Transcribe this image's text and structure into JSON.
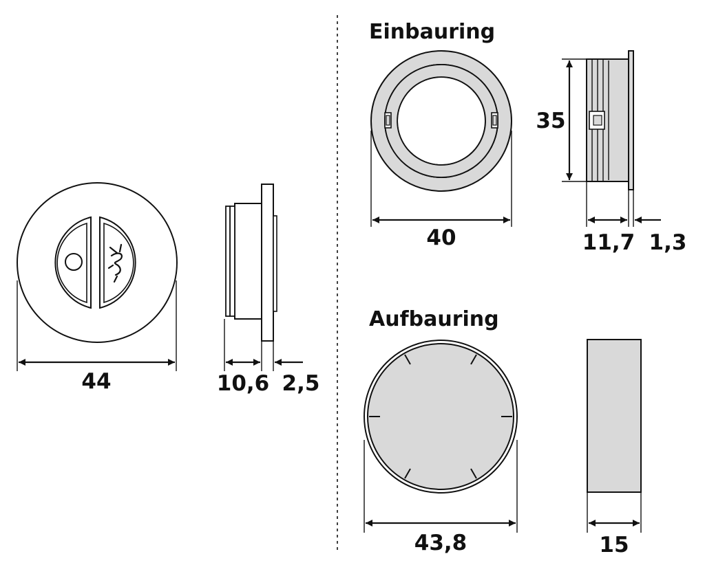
{
  "titles": {
    "einbauring": "Einbauring",
    "aufbauring": "Aufbauring"
  },
  "dimensions": {
    "knob_diameter": "44",
    "knob_depth": "10,6",
    "knob_flange": "2,5",
    "einbau_diameter": "40",
    "einbau_height": "35",
    "einbau_depth": "11,7",
    "einbau_flange": "1,3",
    "aufbau_diameter": "43,8",
    "aufbau_depth": "15"
  },
  "icons": {
    "knob_left": "free-indicator-icon",
    "knob_right": "occupied-indicator-icon"
  },
  "colors": {
    "part_fill": "#d9d9d9",
    "line": "#111111",
    "background": "#ffffff"
  }
}
